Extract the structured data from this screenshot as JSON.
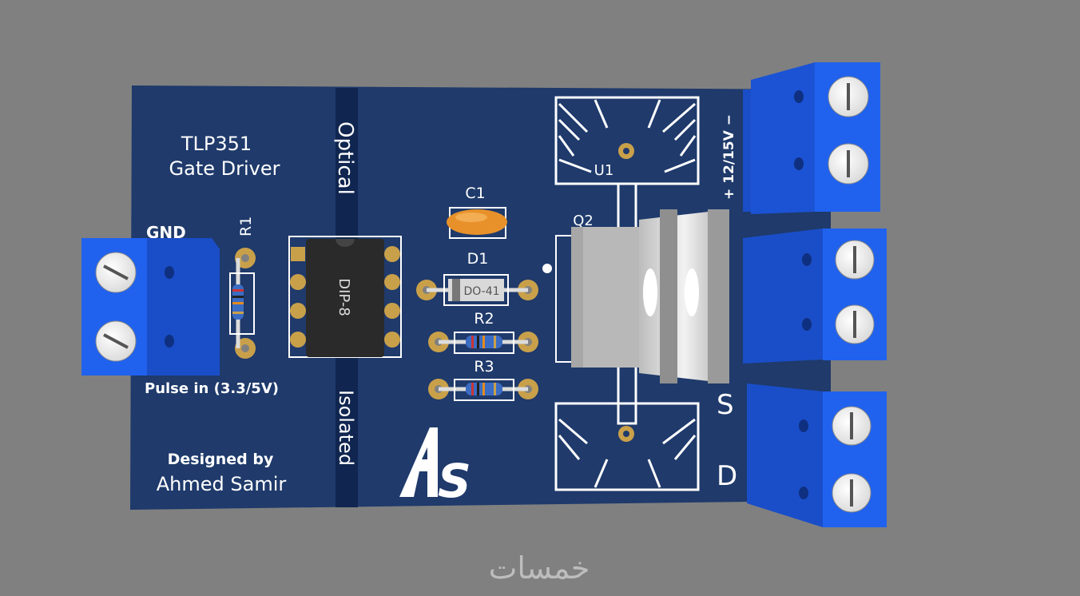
{
  "board": {
    "title_line1": "TLP351",
    "title_line2": "Gate Driver",
    "optical_label": "Optical",
    "isolated_label": "Isolated",
    "designed_by_label": "Designed by",
    "designer_name": "Ahmed Samir",
    "pulse_label": "Pulse in (3.3/5V)",
    "gnd_label": "GND",
    "power_label": "+ 12/15V −",
    "s_label": "S",
    "d_label": "D",
    "logo_text": "AS"
  },
  "components": {
    "r1": "R1",
    "ic_package": "DIP-8",
    "c1": "C1",
    "d1": "D1",
    "d1_package": "DO-41",
    "r2": "R2",
    "r3": "R3",
    "u1": "U1",
    "q2": "Q2"
  },
  "watermark": "خمسات",
  "colors": {
    "background": "#808080",
    "board": "#1f3a6b",
    "board_strip": "#102650",
    "terminal_blue": "#1f5fe8",
    "pad_gold": "#c9a04a",
    "capacitor": "#e8912a",
    "silkscreen": "#ffffff"
  }
}
